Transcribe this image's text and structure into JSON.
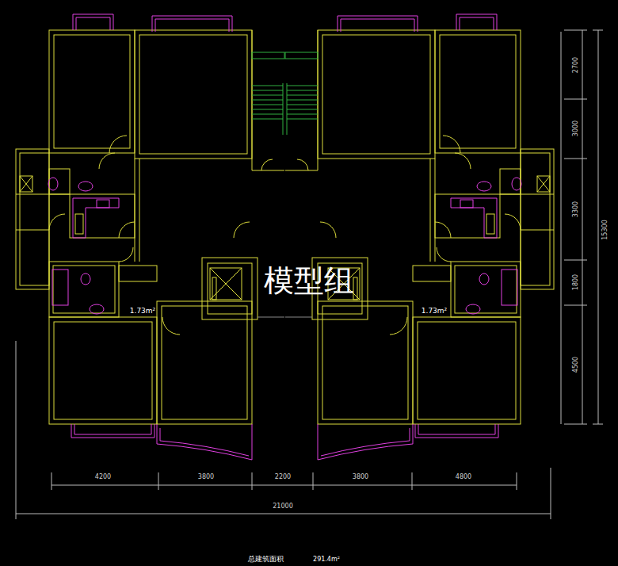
{
  "diagram": {
    "labels": [
      "4200",
      "3800",
      "2200",
      "3800",
      "4800",
      "21000",
      "2700",
      "3000",
      "3300",
      "1800",
      "4500",
      "15300",
      "1.73m²",
      "1.73m²",
      "模型组",
      "总建筑面积",
      "291.4m²"
    ]
  }
}
